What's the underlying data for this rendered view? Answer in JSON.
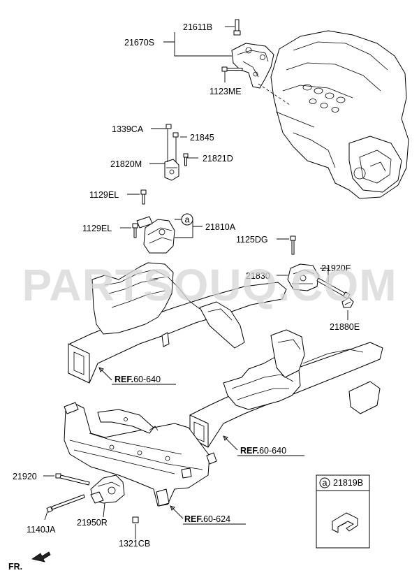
{
  "watermark": "PARTSOUQ.COM",
  "parts": {
    "p21611B": "21611B",
    "p21670S": "21670S",
    "p1123ME": "1123ME",
    "p1339CA": "1339CA",
    "p21845": "21845",
    "p21820M": "21820M",
    "p21821D": "21821D",
    "p1129EL_top": "1129EL",
    "p1129EL_bottom": "1129EL",
    "p21810A": "21810A",
    "p1125DG": "1125DG",
    "p21830": "21830",
    "p21920F": "21920F",
    "p21880E": "21880E",
    "p21920": "21920",
    "p1140JA": "1140JA",
    "p21950R": "21950R",
    "p1321CB": "1321CB",
    "p21819B": "21819B"
  },
  "callout_letter": "a",
  "refs": {
    "ref1": {
      "prefix": "REF.",
      "code": "60-640"
    },
    "ref2": {
      "prefix": "REF.",
      "code": "60-640"
    },
    "ref3": {
      "prefix": "REF.",
      "code": "60-624"
    }
  },
  "front_label": "FR."
}
